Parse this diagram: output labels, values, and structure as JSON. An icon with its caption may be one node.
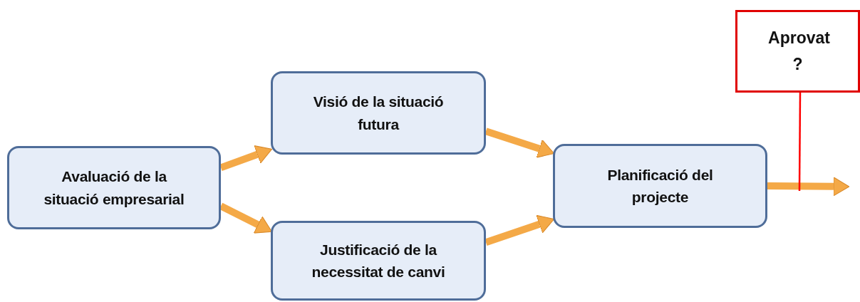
{
  "diagram": {
    "nodes": [
      {
        "text": [
          "Avaluació de la situació empresarial"
        ]
      },
      {
        "text": [
          "Visió de la situació futura"
        ]
      },
      {
        "text": [
          "Justificació de la necessitat de canvi"
        ]
      },
      {
        "text": [
          "Planificació del projecte"
        ]
      },
      {
        "text": [
          "Aprovat ?"
        ]
      }
    ],
    "edges": [
      {
        "from": 0,
        "to": 1,
        "arrow": "to"
      },
      {
        "from": 0,
        "to": 2,
        "arrow": "to"
      },
      {
        "from": 1,
        "to": 3,
        "arrow": "to"
      },
      {
        "from": 2,
        "to": 3,
        "arrow": "to"
      },
      {
        "from": 3,
        "to": null,
        "arrow": "to"
      },
      {
        "from": 4,
        "to": null,
        "arrow": "none",
        "color": "#ff0000"
      }
    ]
  }
}
